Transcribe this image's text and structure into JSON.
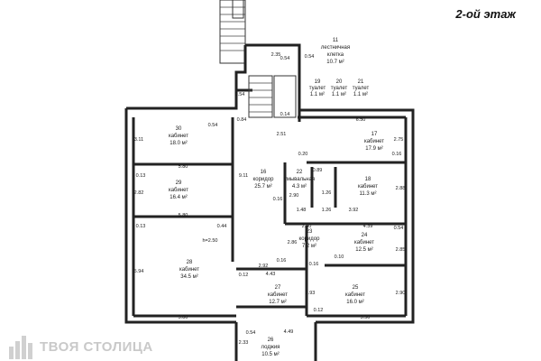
{
  "floor_label": "2-ой этаж",
  "watermark": "ТВОЯ СТОЛИЦА",
  "rooms": [
    {
      "id": "r11",
      "num": "11",
      "name1": "лестничная",
      "name2": "клетка",
      "area": "10.7 м²"
    },
    {
      "id": "r19",
      "num": "19",
      "name1": "туалет",
      "area": "1.1 м²"
    },
    {
      "id": "r20",
      "num": "20",
      "name1": "туалет",
      "area": "1.1 м²"
    },
    {
      "id": "r21",
      "num": "21",
      "name1": "туалет",
      "area": "1.1 м²"
    },
    {
      "id": "r30",
      "num": "30",
      "name1": "кабинет",
      "area": "18.0 м²"
    },
    {
      "id": "r17",
      "num": "17",
      "name1": "кабинет",
      "area": "17.9 м²"
    },
    {
      "id": "r16",
      "num": "16",
      "name1": "коридор",
      "area": "25.7 м²"
    },
    {
      "id": "r22",
      "num": "22",
      "name1": "умывальная",
      "area": "4.3 м²"
    },
    {
      "id": "r18",
      "num": "18",
      "name1": "кабинет",
      "area": "11.3 м²"
    },
    {
      "id": "r29",
      "num": "29",
      "name1": "кабинет",
      "area": "16.4 м²"
    },
    {
      "id": "r23",
      "num": "23",
      "name1": "коридор",
      "area": "7.2 м²"
    },
    {
      "id": "r24",
      "num": "24",
      "name1": "кабинет",
      "area": "12.5 м²"
    },
    {
      "id": "r28",
      "num": "28",
      "name1": "кабинет",
      "area": "34.5 м²"
    },
    {
      "id": "r27",
      "num": "27",
      "name1": "кабинет",
      "area": "12.7 м²"
    },
    {
      "id": "r25",
      "num": "25",
      "name1": "кабинет",
      "area": "16.0 м²"
    },
    {
      "id": "r26",
      "num": "26",
      "name1": "лоджия",
      "area": "10.5 м²"
    }
  ],
  "dims": [
    "2.35",
    "0.54",
    "0.54",
    "0.54",
    "0.84",
    "0.14",
    "6.50",
    "3.11",
    "0.54",
    "2.51",
    "2.75",
    "0.20",
    "5.80",
    "0.16",
    "9.11",
    "0.89",
    "0.13",
    "2.82",
    "0.16",
    "2.90",
    "1.26",
    "2.88",
    "1.48",
    "1.26",
    "3.92",
    "5.80",
    "0.44",
    "0.13",
    "2.50",
    "4.39",
    "0.54",
    "h=2.50",
    "5.94",
    "2.86",
    "0.16",
    "2.85",
    "2.92",
    "0.10",
    "0.16",
    "4.43",
    "0.12",
    "2.93",
    "2.90",
    "0.12",
    "5.80",
    "5.50",
    "4.49",
    "2.33",
    "0.54"
  ]
}
